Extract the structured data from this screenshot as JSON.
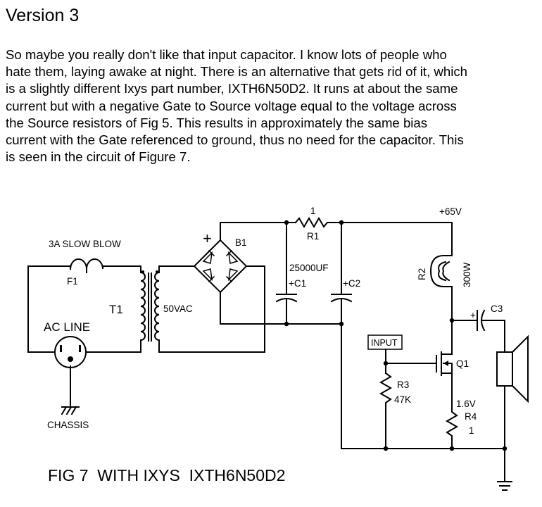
{
  "title": "Version 3",
  "paragraph_lines": [
    "So maybe you really don't like that input capacitor.  I know lots of people who",
    "hate them, laying awake at night.  There is an alternative that gets rid of it, which",
    "is a slightly different Ixys part number, IXTH6N50D2.  It runs at about the same",
    "current but with a negative Gate to Source voltage equal to the voltage across",
    "the Source resistors of Fig 5.  This results in approximately the same bias",
    "current with the Gate referenced to ground, thus no need for the capacitor.  This",
    "is seen in the circuit of Figure 7."
  ],
  "schematic": {
    "fuse_rating": "3A SLOW BLOW",
    "fuse_ref": "F1",
    "transformer_ref": "T1",
    "secondary_voltage": "50VAC",
    "ac_line": "AC LINE",
    "chassis": "CHASSIS",
    "bridge_plus": "+",
    "bridge_ref": "B1",
    "r1_value": "1",
    "r1_ref": "R1",
    "supply_voltage": "+65V",
    "c1_value": "25000UF",
    "c1_ref": "+C1",
    "c2_ref": "+C2",
    "r2_ref": "R2",
    "r2_value": "300W",
    "c3_ref": "C3",
    "c3_plus": "+",
    "input_label": "INPUT",
    "q1_ref": "Q1",
    "r3_ref": "R3",
    "r3_value": "47K",
    "r4_voltage": "1.6V",
    "r4_ref": "R4",
    "r4_value": "1",
    "caption": "FIG 7  WITH IXYS  IXTH6N50D2"
  }
}
